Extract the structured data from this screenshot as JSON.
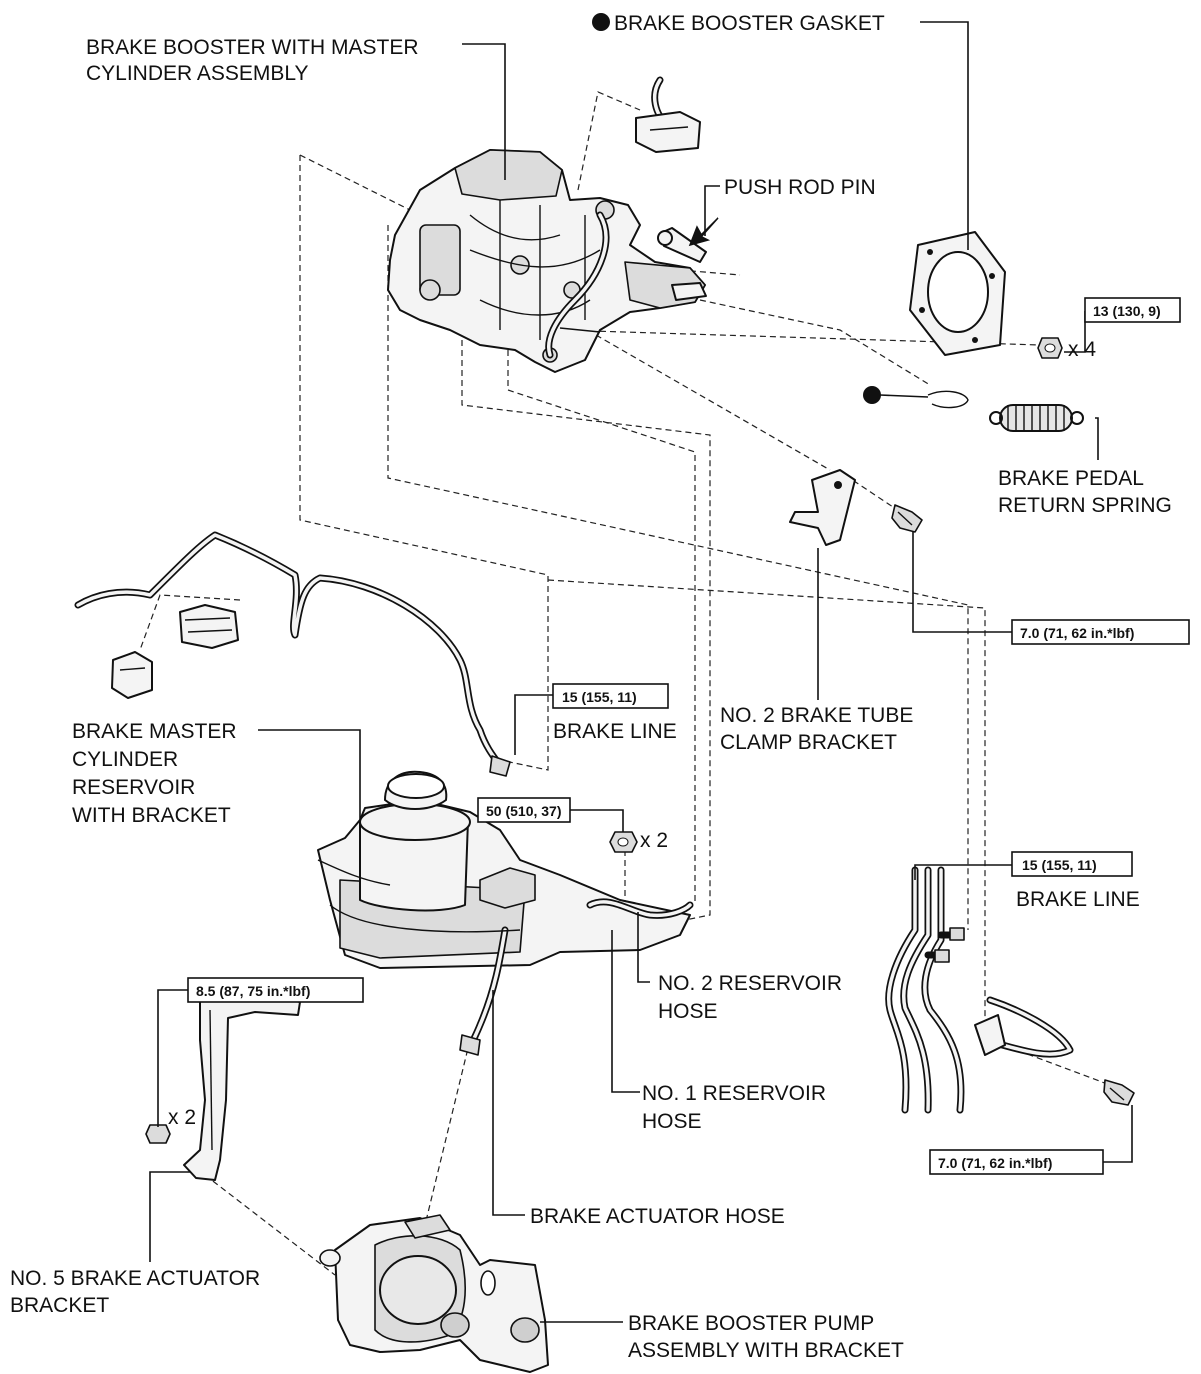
{
  "labels": {
    "booster_master": [
      "BRAKE BOOSTER WITH MASTER",
      "CYLINDER ASSEMBLY"
    ],
    "booster_gasket": "BRAKE BOOSTER GASKET",
    "push_rod_pin": "PUSH ROD PIN",
    "pedal_return_spring": [
      "BRAKE PEDAL",
      "RETURN SPRING"
    ],
    "tube_clamp_bracket": [
      "NO. 2 BRAKE TUBE",
      "CLAMP BRACKET"
    ],
    "brake_line_upper": "BRAKE LINE",
    "reservoir": [
      "BRAKE MASTER",
      "CYLINDER",
      "RESERVOIR",
      "WITH BRACKET"
    ],
    "brake_line_right": "BRAKE LINE",
    "no2_reservoir_hose": [
      "NO. 2 RESERVOIR",
      "HOSE"
    ],
    "no1_reservoir_hose": [
      "NO. 1 RESERVOIR",
      "HOSE"
    ],
    "actuator_hose": "BRAKE ACTUATOR HOSE",
    "actuator_bracket": [
      "NO. 5 BRAKE ACTUATOR",
      "BRACKET"
    ],
    "pump_assembly": [
      "BRAKE BOOSTER PUMP",
      "ASSEMBLY WITH BRACKET"
    ]
  },
  "torques": {
    "gasket_nut": "13 (130, 9)",
    "clamp_bolt": "7.0 (71, 62 in.*lbf)",
    "line_upper": "15 (155, 11)",
    "reservoir_nut": "50 (510, 37)",
    "line_right": "15 (155, 11)",
    "actuator_nut": "8.5 (87, 75 in.*lbf)",
    "right_bolt": "7.0 (71, 62 in.*lbf)"
  },
  "quantities": {
    "gasket_nut": "x 4",
    "reservoir_nut": "x 2",
    "actuator_nut": "x 2"
  },
  "icons": {
    "non_reusable": "filled-circle-icon",
    "apply_arrow": "arrow-icon"
  }
}
